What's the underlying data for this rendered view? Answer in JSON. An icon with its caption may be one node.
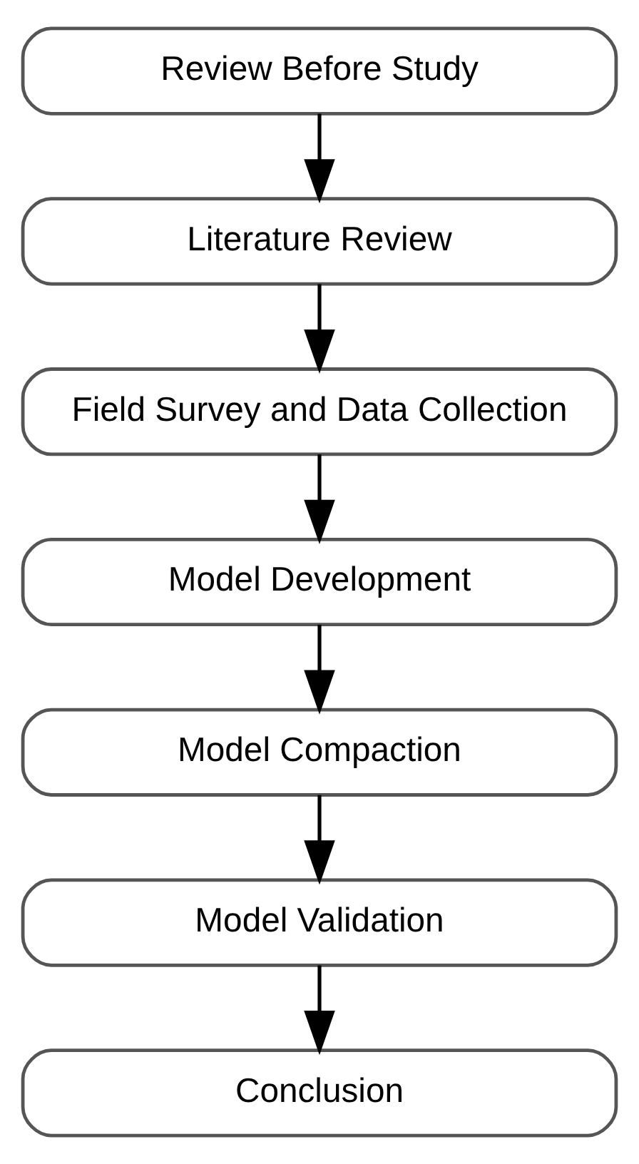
{
  "diagram": {
    "nodes": [
      {
        "text": [
          "Review Before Study"
        ]
      },
      {
        "text": [
          "Literature Review"
        ]
      },
      {
        "text": [
          "Field Survey and Data Collection"
        ]
      },
      {
        "text": [
          "Model Development"
        ]
      },
      {
        "text": [
          "Model Compaction"
        ]
      },
      {
        "text": [
          "Model Validation"
        ]
      },
      {
        "text": [
          "Conclusion"
        ]
      }
    ],
    "edges": [
      {
        "from": 0,
        "to": 1,
        "arrow": "to"
      },
      {
        "from": 1,
        "to": 2,
        "arrow": "to"
      },
      {
        "from": 2,
        "to": 3,
        "arrow": "to"
      },
      {
        "from": 3,
        "to": 4,
        "arrow": "to"
      },
      {
        "from": 4,
        "to": 5,
        "arrow": "to"
      },
      {
        "from": 5,
        "to": 6,
        "arrow": "to"
      }
    ]
  }
}
